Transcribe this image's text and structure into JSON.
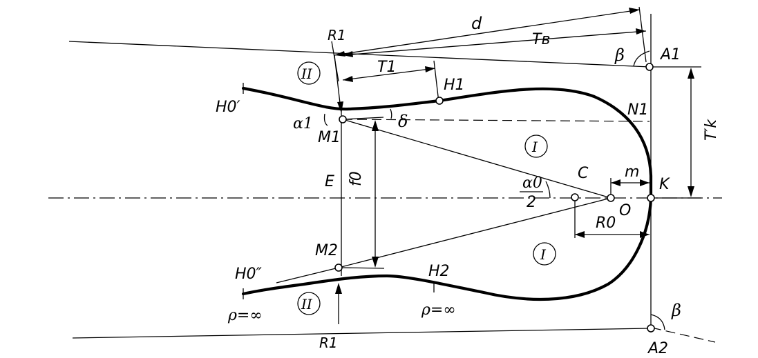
{
  "labels": {
    "d": "d",
    "T_B": "Tв",
    "T_1": "T1",
    "R_1_top": "R1",
    "R_1_bottom": "R1",
    "A_1": "A1",
    "A_2": "A2",
    "beta_top": "β",
    "beta_bottom": "β",
    "H_1": "H1",
    "H_2": "H2",
    "H_0_prime": "H0′",
    "H_0_double_prime": "H0″",
    "M_1": "M1",
    "M_2": "M2",
    "N_1": "N1",
    "alpha_1": "α1",
    "delta": "δ",
    "f_0": "f0",
    "E": "E",
    "C": "C",
    "O": "O",
    "K": "K",
    "m": "m",
    "R_0": "R0",
    "T_k": "T′k",
    "alpha_0": "α0",
    "two": "2",
    "region_I_top": "I",
    "region_I_bottom": "I",
    "region_II_top": "II",
    "region_II_bottom": "II",
    "rho_left": "ρ=∞",
    "rho_right": "ρ=∞"
  }
}
